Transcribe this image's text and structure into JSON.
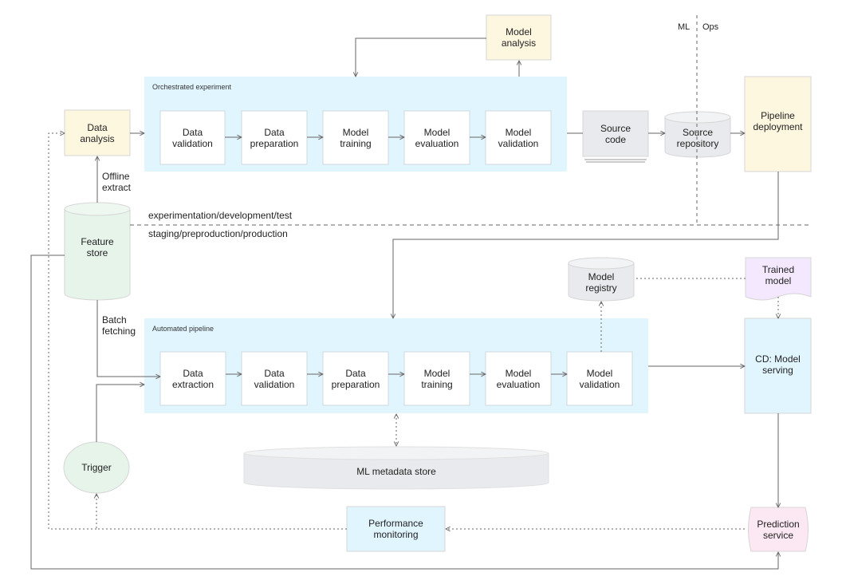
{
  "ml_ops_divider": {
    "ml": "ML",
    "ops": "Ops"
  },
  "env_labels": {
    "upper": "experimentation/development/test",
    "lower": "staging/preproduction/production"
  },
  "experiment_panel": {
    "title": "Orchestrated experiment",
    "steps": [
      "Data\nvalidation",
      "Data\npreparation",
      "Model\ntraining",
      "Model\nevaluation",
      "Model\nvalidation"
    ]
  },
  "pipeline_panel": {
    "title": "Automated pipeline",
    "steps": [
      "Data\nextraction",
      "Data\nvalidation",
      "Data\npreparation",
      "Model\ntraining",
      "Model\nevaluation",
      "Model\nvalidation"
    ]
  },
  "nodes": {
    "model_analysis": "Model\nanalysis",
    "data_analysis": "Data\nanalysis",
    "source_code": "Source\ncode",
    "source_repository": "Source\nrepository",
    "pipeline_deployment": "Pipeline\ndeployment",
    "feature_store": "Feature\nstore",
    "model_registry": "Model\nregistry",
    "trained_model": "Trained\nmodel",
    "cd_model_serving": "CD: Model\nserving",
    "ml_metadata_store": "ML metadata store",
    "trigger": "Trigger",
    "performance_monitoring": "Performance\nmonitoring",
    "prediction_service": "Prediction\nservice"
  },
  "edge_labels": {
    "offline_extract": "Offline\nextract",
    "batch_fetching": "Batch\nfetching"
  },
  "colors": {
    "panel": "#e1f5fe",
    "yellow": "#fef7e0",
    "green": "#e6f4ea",
    "gray": "#e8eaed",
    "purple": "#f3e8fd",
    "pink": "#fce8f3",
    "blue": "#e1f5fe",
    "line": "#666666"
  }
}
